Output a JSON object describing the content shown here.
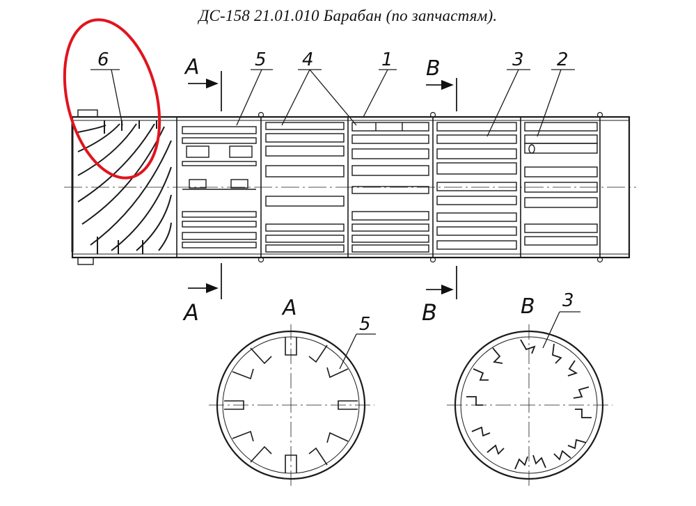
{
  "title": "ДС-158 21.01.010 Барабан (по запчастям).",
  "section_labels": {
    "a": "A",
    "b": "B"
  },
  "part_numbers": {
    "p1": "1",
    "p2": "2",
    "p3": "3",
    "p4": "4",
    "p5": "5",
    "p6": "6"
  },
  "colors": {
    "line": "#1a1a1a",
    "highlight": "#e0141e",
    "background": "#ffffff"
  }
}
